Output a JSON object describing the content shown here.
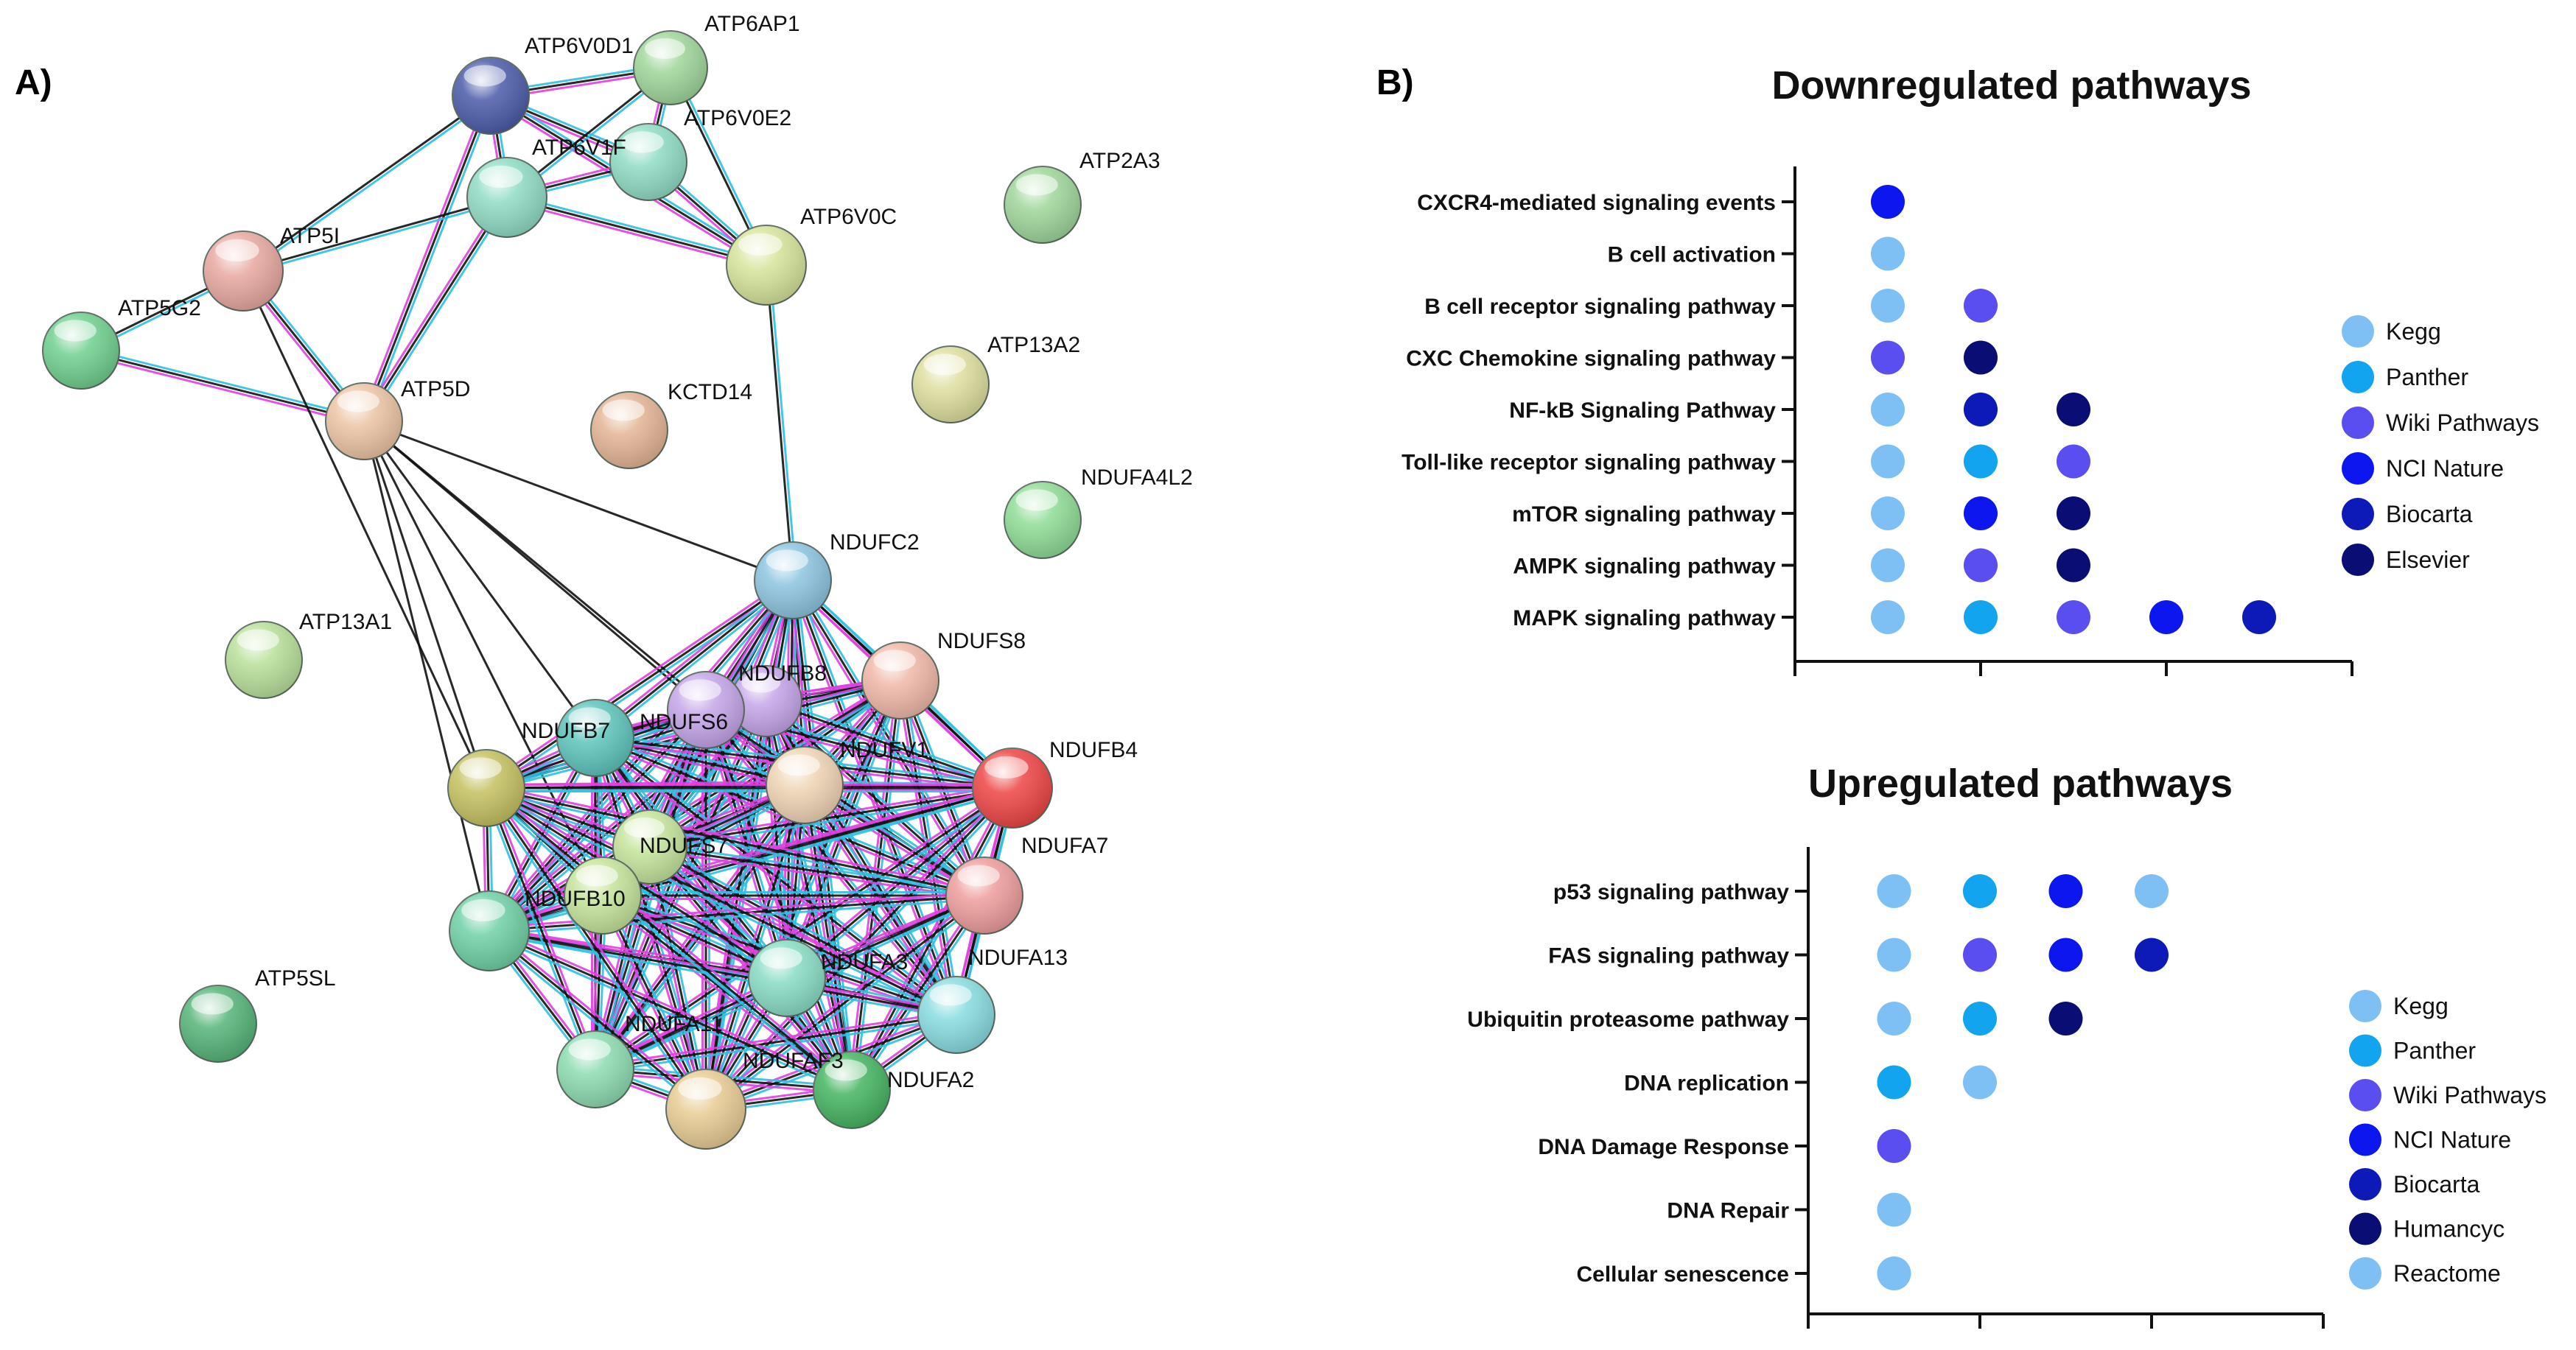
{
  "panel_a_label": "A)",
  "panel_b_label": "B)",
  "network": {
    "nodes": [
      {
        "id": "ATP6V0D1",
        "color": "#4a5aa8"
      },
      {
        "id": "ATP6AP1",
        "color": "#9fd69a"
      },
      {
        "id": "ATP6V0E2",
        "color": "#8fdcc4"
      },
      {
        "id": "ATP6V1F",
        "color": "#8fdcc4"
      },
      {
        "id": "ATP6V0C",
        "color": "#d6e49a"
      },
      {
        "id": "ATP2A3",
        "color": "#9fd69a"
      },
      {
        "id": "ATP5I",
        "color": "#e8a8a0"
      },
      {
        "id": "ATP5G2",
        "color": "#6fcf8e"
      },
      {
        "id": "ATP5D",
        "color": "#ecc4a4"
      },
      {
        "id": "KCTD14",
        "color": "#e4b494"
      },
      {
        "id": "ATP13A2",
        "color": "#dede9e"
      },
      {
        "id": "NDUFA4L2",
        "color": "#8fdc96"
      },
      {
        "id": "NDUFC2",
        "color": "#8cc4e0"
      },
      {
        "id": "ATP13A1",
        "color": "#b8e09a"
      },
      {
        "id": "NDUFS8",
        "color": "#f0b8a8"
      },
      {
        "id": "NDUFB8",
        "color": "#c4a4e8"
      },
      {
        "id": "NDUFS6",
        "color": "#c4a4e8"
      },
      {
        "id": "NDUFB7",
        "color": "#5cc4bc"
      },
      {
        "id": "NDUFV1",
        "color": "#f0d4b4"
      },
      {
        "id": "NDUFB4",
        "color": "#ee4444"
      },
      {
        "id": "NDUFS7",
        "color": "#c4e49a"
      },
      {
        "id": "NDUFB10",
        "color": "#c4e49a"
      },
      {
        "id": "NDUFA7",
        "color": "#ee9c9c"
      },
      {
        "id": "NDUFA3",
        "color": "#88dcc4"
      },
      {
        "id": "NDUFA13",
        "color": "#88dce0"
      },
      {
        "id": "NDUFA11",
        "color": "#8cdcb0"
      },
      {
        "id": "NDUFA2",
        "color": "#44b460"
      },
      {
        "id": "NDUFAF3",
        "color": "#e8cc94"
      },
      {
        "id": "ATP5SL",
        "color": "#54b478"
      }
    ],
    "edge_colors": [
      "#111111",
      "#e040e0",
      "#30c0e0"
    ]
  },
  "chart_data": [
    {
      "type": "scatter",
      "title": "Downregulated pathways",
      "categories": [
        "CXCR4-mediated signaling events",
        "B cell activation",
        "B cell receptor signaling pathway",
        "CXC Chemokine signaling pathway",
        "NF-kB Signaling Pathway",
        "Toll-like receptor signaling pathway",
        "mTOR signaling pathway",
        "AMPK signaling pathway",
        "MAPK signaling pathway"
      ],
      "legend": [
        {
          "name": "Kegg",
          "color": "#7fc0f4"
        },
        {
          "name": "Panther",
          "color": "#12a4ee"
        },
        {
          "name": "Wiki Pathways",
          "color": "#5a4ef0"
        },
        {
          "name": "NCI Nature",
          "color": "#0c16ee"
        },
        {
          "name": "Biocarta",
          "color": "#0e1ab8"
        },
        {
          "name": "Elsevier",
          "color": "#0a0e74"
        }
      ],
      "points": [
        {
          "row": 0,
          "x": 1,
          "source": "NCI Nature"
        },
        {
          "row": 1,
          "x": 1,
          "source": "Kegg"
        },
        {
          "row": 2,
          "x": 1,
          "source": "Kegg"
        },
        {
          "row": 2,
          "x": 2,
          "source": "Wiki Pathways"
        },
        {
          "row": 3,
          "x": 1,
          "source": "Wiki Pathways"
        },
        {
          "row": 3,
          "x": 2,
          "source": "Elsevier"
        },
        {
          "row": 4,
          "x": 1,
          "source": "Kegg"
        },
        {
          "row": 4,
          "x": 2,
          "source": "Biocarta"
        },
        {
          "row": 4,
          "x": 3,
          "source": "Elsevier"
        },
        {
          "row": 5,
          "x": 1,
          "source": "Kegg"
        },
        {
          "row": 5,
          "x": 2,
          "source": "Panther"
        },
        {
          "row": 5,
          "x": 3,
          "source": "Wiki Pathways"
        },
        {
          "row": 6,
          "x": 1,
          "source": "Kegg"
        },
        {
          "row": 6,
          "x": 2,
          "source": "NCI Nature"
        },
        {
          "row": 6,
          "x": 3,
          "source": "Elsevier"
        },
        {
          "row": 7,
          "x": 1,
          "source": "Kegg"
        },
        {
          "row": 7,
          "x": 2,
          "source": "Wiki Pathways"
        },
        {
          "row": 7,
          "x": 3,
          "source": "Elsevier"
        },
        {
          "row": 8,
          "x": 1,
          "source": "Kegg"
        },
        {
          "row": 8,
          "x": 2,
          "source": "Panther"
        },
        {
          "row": 8,
          "x": 3,
          "source": "Wiki Pathways"
        },
        {
          "row": 8,
          "x": 4,
          "source": "NCI Nature"
        },
        {
          "row": 8,
          "x": 5,
          "source": "Biocarta"
        }
      ],
      "xlim": [
        0,
        6
      ]
    },
    {
      "type": "scatter",
      "title": "Upregulated pathways",
      "categories": [
        "p53 signaling pathway",
        "FAS signaling pathway",
        "Ubiquitin proteasome pathway",
        "DNA replication",
        "DNA Damage Response",
        "DNA Repair",
        "Cellular senescence"
      ],
      "legend": [
        {
          "name": "Kegg",
          "color": "#7fc0f4"
        },
        {
          "name": "Panther",
          "color": "#12a4ee"
        },
        {
          "name": "Wiki Pathways",
          "color": "#5a4ef0"
        },
        {
          "name": "NCI Nature",
          "color": "#0c16ee"
        },
        {
          "name": "Biocarta",
          "color": "#0e1ab8"
        },
        {
          "name": "Humancyc",
          "color": "#0a0e74"
        },
        {
          "name": "Reactome",
          "color": "#7fc0f4"
        }
      ],
      "points": [
        {
          "row": 0,
          "x": 1,
          "source": "Kegg"
        },
        {
          "row": 0,
          "x": 2,
          "source": "Panther"
        },
        {
          "row": 0,
          "x": 3,
          "source": "NCI Nature"
        },
        {
          "row": 0,
          "x": 4,
          "source": "Reactome"
        },
        {
          "row": 1,
          "x": 1,
          "source": "Kegg"
        },
        {
          "row": 1,
          "x": 2,
          "source": "Wiki Pathways"
        },
        {
          "row": 1,
          "x": 3,
          "source": "NCI Nature"
        },
        {
          "row": 1,
          "x": 4,
          "source": "Biocarta"
        },
        {
          "row": 2,
          "x": 1,
          "source": "Kegg"
        },
        {
          "row": 2,
          "x": 2,
          "source": "Panther"
        },
        {
          "row": 2,
          "x": 3,
          "source": "Humancyc"
        },
        {
          "row": 3,
          "x": 1,
          "source": "Panther"
        },
        {
          "row": 3,
          "x": 2,
          "source": "Kegg"
        },
        {
          "row": 4,
          "x": 1,
          "source": "Wiki Pathways"
        },
        {
          "row": 5,
          "x": 1,
          "source": "Kegg"
        },
        {
          "row": 6,
          "x": 1,
          "source": "Kegg"
        }
      ],
      "xlim": [
        0,
        6
      ]
    }
  ]
}
